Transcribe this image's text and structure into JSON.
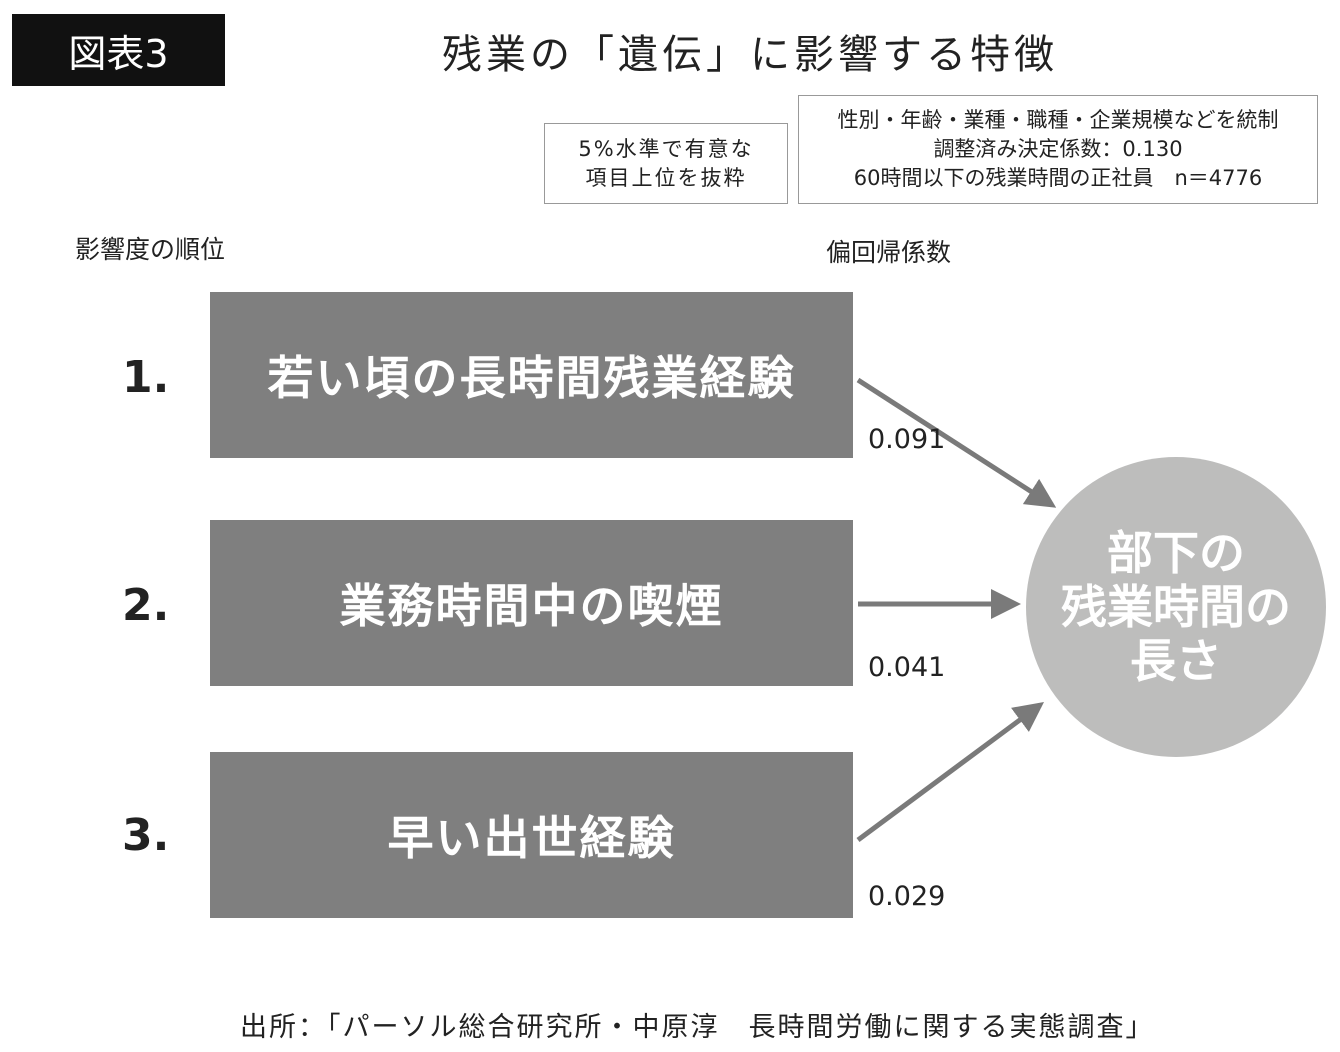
{
  "badge": "図表3",
  "title": "残業の「遺伝」に影響する特徴",
  "notes": {
    "selection": [
      "5%水準で有意な",
      "項目上位を抜粋"
    ],
    "model": [
      "性別・年齢・業種・職種・企業規模などを統制",
      "調整済み決定係数：0.130",
      "60時間以下の残業時間の正社員　n＝4776"
    ]
  },
  "labels": {
    "rank_header": "影響度の順位",
    "coef_header": "偏回帰係数"
  },
  "factors": [
    {
      "rank": "1.",
      "label": "若い頃の長時間残業経験",
      "coef": "0.091"
    },
    {
      "rank": "2.",
      "label": "業務時間中の喫煙",
      "coef": "0.041"
    },
    {
      "rank": "3.",
      "label": "早い出世経験",
      "coef": "0.029"
    }
  ],
  "outcome": [
    "部下の",
    "残業時間の",
    "長さ"
  ],
  "source": "出所：「パーソル総合研究所・中原淳　長時間労働に関する実態調査」",
  "colors": {
    "box": "#7f7f7f",
    "circle": "#bdbdbc",
    "arrow": "#7a7a7a"
  }
}
